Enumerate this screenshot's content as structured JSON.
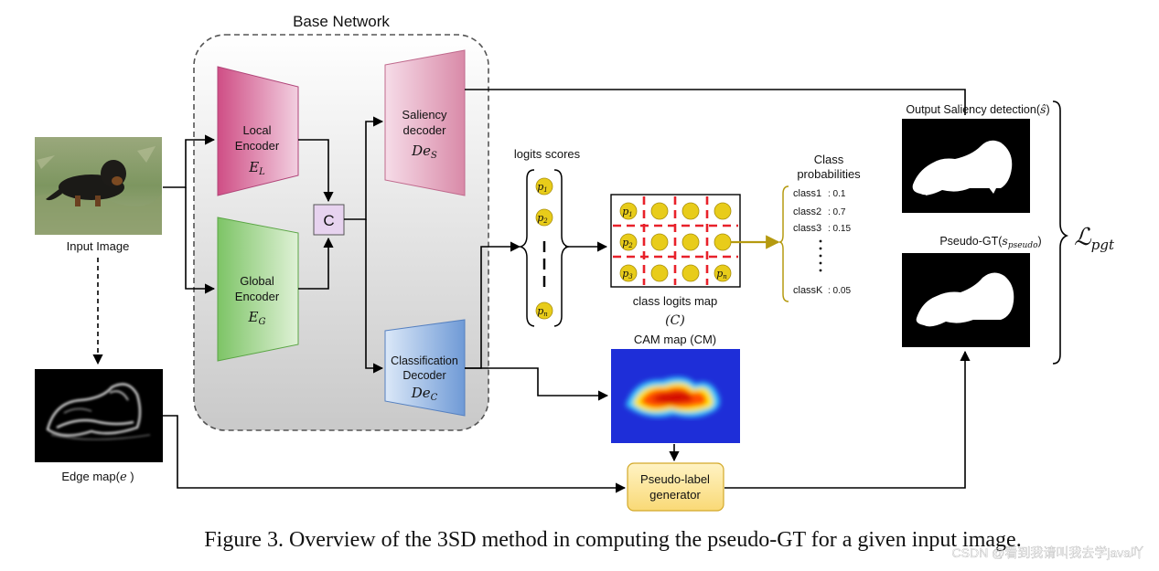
{
  "base_network": {
    "title": "Base Network"
  },
  "input": {
    "label": "Input Image"
  },
  "edge": {
    "label": "Edge map(",
    "symbol": "e",
    "close": " )"
  },
  "local_encoder": {
    "line1": "Local",
    "line2": "Encoder",
    "symbol": "E",
    "sub": "L"
  },
  "global_encoder": {
    "line1": "Global",
    "line2": "Encoder",
    "symbol": "E",
    "sub": "G"
  },
  "concat": {
    "label": "C"
  },
  "saliency_decoder": {
    "line1": "Saliency",
    "line2": "decoder",
    "symbol": "De",
    "sub": "S"
  },
  "classification_decoder": {
    "line1": "Classification",
    "line2": "Decoder",
    "symbol": "De",
    "sub": "C"
  },
  "logits": {
    "title": "logits scores",
    "items": [
      {
        "p": "p",
        "sub": "1"
      },
      {
        "p": "p",
        "sub": "2"
      },
      {
        "p": "p",
        "sub": "n"
      }
    ]
  },
  "logits_map": {
    "label": "class logits map",
    "symbol": "(C)",
    "p1": {
      "p": "p",
      "sub": "1"
    },
    "p2": {
      "p": "p",
      "sub": "2"
    },
    "p3": {
      "p": "p",
      "sub": "3"
    },
    "pn": {
      "p": "p",
      "sub": "n"
    }
  },
  "class_probs": {
    "title1": "Class",
    "title2": "probabilities",
    "rows": [
      {
        "name": "class1",
        "value": ": 0.1"
      },
      {
        "name": "class2",
        "value": ": 0.7"
      },
      {
        "name": "class3",
        "value": ": 0.15"
      },
      {
        "name": "classK",
        "value": ": 0.05"
      }
    ]
  },
  "cam": {
    "label": "CAM map (CM)"
  },
  "pseudo_gen": {
    "line1": "Pseudo-label",
    "line2": "generator"
  },
  "output_saliency": {
    "label": "Output Saliency detection(",
    "symbol": "ŝ",
    "close": ")"
  },
  "pseudo_gt": {
    "label": "Pseudo-GT(",
    "symbol": "s",
    "sub": "pseudo",
    "close": ")"
  },
  "loss": {
    "symbol": "ℒ",
    "sub": "pgt"
  },
  "caption": "Figure 3. Overview of the 3SD method in computing the pseudo-GT for a given input image.",
  "watermark": "CSDN @看到我请叫我去学java吖",
  "colors": {
    "local_encoder": "#d76f9a",
    "global_encoder": "#8fcf79",
    "saliency_decoder": "#e2a3bb",
    "classification_decoder": "#7ea6dd",
    "node_yellow": "#e8cc1a",
    "grid_red": "#e8212a",
    "olive_arrow": "#b59a10",
    "pseudo_box": "#fbe07f"
  }
}
